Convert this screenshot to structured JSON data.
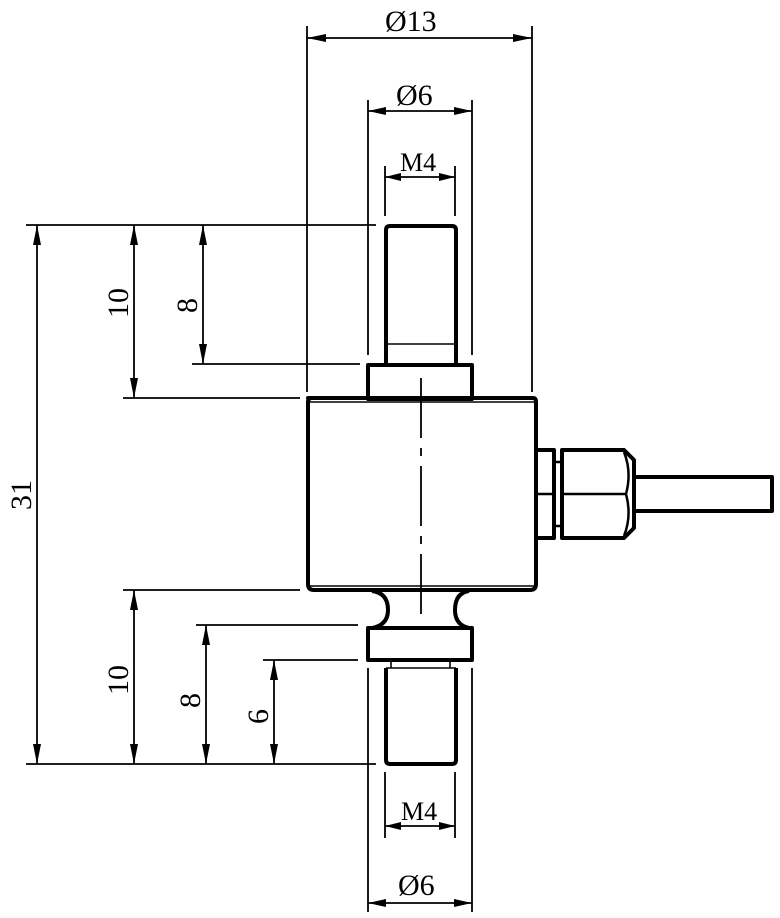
{
  "drawing": {
    "type": "dimensioned mechanical drawing - miniature tension/compression load cell",
    "colors": {
      "line": "#000000",
      "background": "#ffffff"
    },
    "dimensions": {
      "body_diameter": "Ø13",
      "top_stud_diameter": "Ø6",
      "top_thread": "M4",
      "bottom_thread": "M4",
      "bottom_stud_diameter": "Ø6",
      "overall_height": "31",
      "top_mount_height": "10",
      "top_thread_length": "8",
      "bottom_mount_height": "10",
      "bottom_flange_height": "8",
      "bottom_thread_length": "6"
    }
  }
}
